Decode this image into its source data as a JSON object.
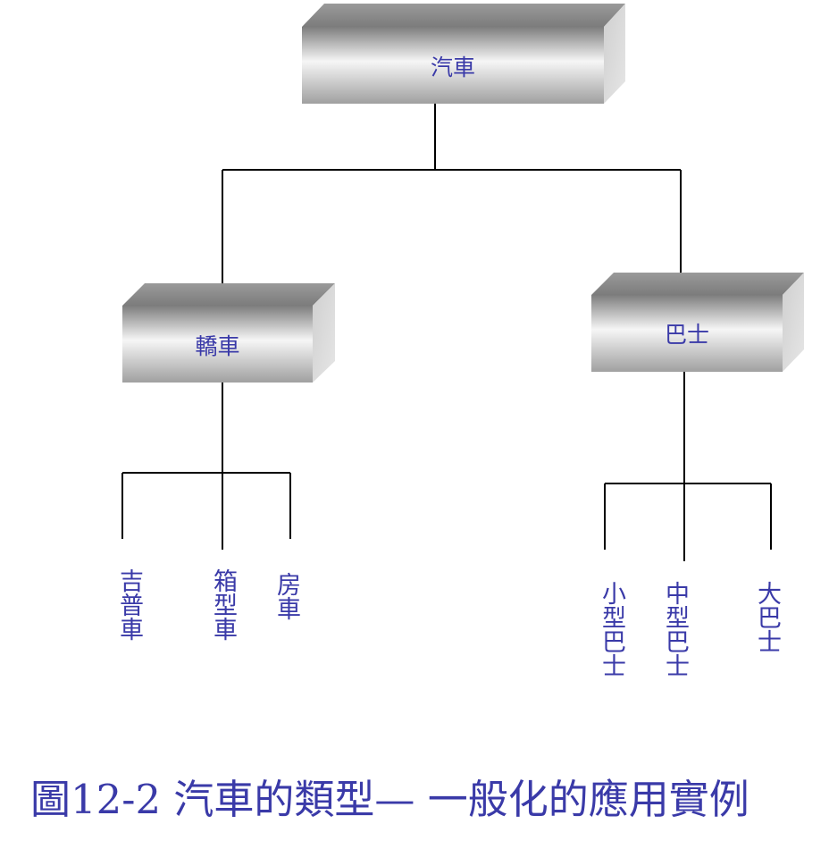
{
  "colors": {
    "text": "#3a3aa8",
    "connector": "#000000",
    "box_face_top": "#7a7a7a",
    "box_face_mid": "#f4f4f4",
    "box_face_bottom": "#9a9a9a",
    "box_side": "#d8d8d8",
    "box_top": "#888888"
  },
  "tree": {
    "root": {
      "label": "汽車",
      "children": [
        {
          "label": "轎車",
          "leaves": [
            "吉普車",
            "箱型車",
            "房車"
          ]
        },
        {
          "label": "巴士",
          "leaves": [
            "小型巴士",
            "中型巴士",
            "大巴士"
          ]
        }
      ]
    }
  },
  "caption": "圖12-2 汽車的類型— 一般化的應用實例"
}
